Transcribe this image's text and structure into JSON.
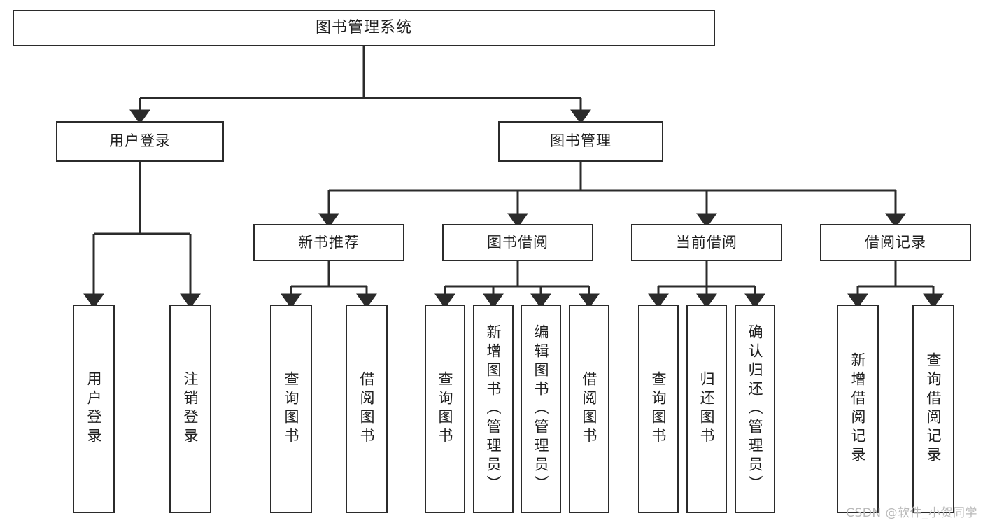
{
  "diagram": {
    "title": "图书管理系统",
    "type": "tree-hierarchy",
    "watermark": "CSDN @软件_小贺同学",
    "colors": {
      "stroke": "#2b2b2b",
      "fill": "#ffffff",
      "text": "#1f1f1f",
      "watermark": "#b9b9b9"
    }
  },
  "nodes": {
    "root": {
      "label": "图书管理系统"
    },
    "level2": [
      {
        "id": "user-login",
        "label": "用户登录"
      },
      {
        "id": "book-manage",
        "label": "图书管理"
      }
    ],
    "level3": [
      {
        "id": "new-book-recommend",
        "label": "新书推荐"
      },
      {
        "id": "book-borrow",
        "label": "图书借阅"
      },
      {
        "id": "current-borrow",
        "label": "当前借阅"
      },
      {
        "id": "borrow-record",
        "label": "借阅记录"
      }
    ],
    "leaves": {
      "user-login": [
        {
          "id": "leaf-user-login",
          "label": "用户登录"
        },
        {
          "id": "leaf-logout",
          "label": "注销登录"
        }
      ],
      "new-book-recommend": [
        {
          "id": "leaf-query-book-1",
          "label": "查询图书"
        },
        {
          "id": "leaf-borrow-book-1",
          "label": "借阅图书"
        }
      ],
      "book-borrow": [
        {
          "id": "leaf-query-book-2",
          "label": "查询图书"
        },
        {
          "id": "leaf-add-book",
          "label": "新增图书（管理员）"
        },
        {
          "id": "leaf-edit-book",
          "label": "编辑图书（管理员）"
        },
        {
          "id": "leaf-borrow-book-2",
          "label": "借阅图书"
        }
      ],
      "current-borrow": [
        {
          "id": "leaf-query-book-3",
          "label": "查询图书"
        },
        {
          "id": "leaf-return-book",
          "label": "归还图书"
        },
        {
          "id": "leaf-confirm-return",
          "label": "确认归还（管理员）"
        }
      ],
      "borrow-record": [
        {
          "id": "leaf-add-record",
          "label": "新增借阅记录"
        },
        {
          "id": "leaf-query-record",
          "label": "查询借阅记录"
        }
      ]
    }
  }
}
